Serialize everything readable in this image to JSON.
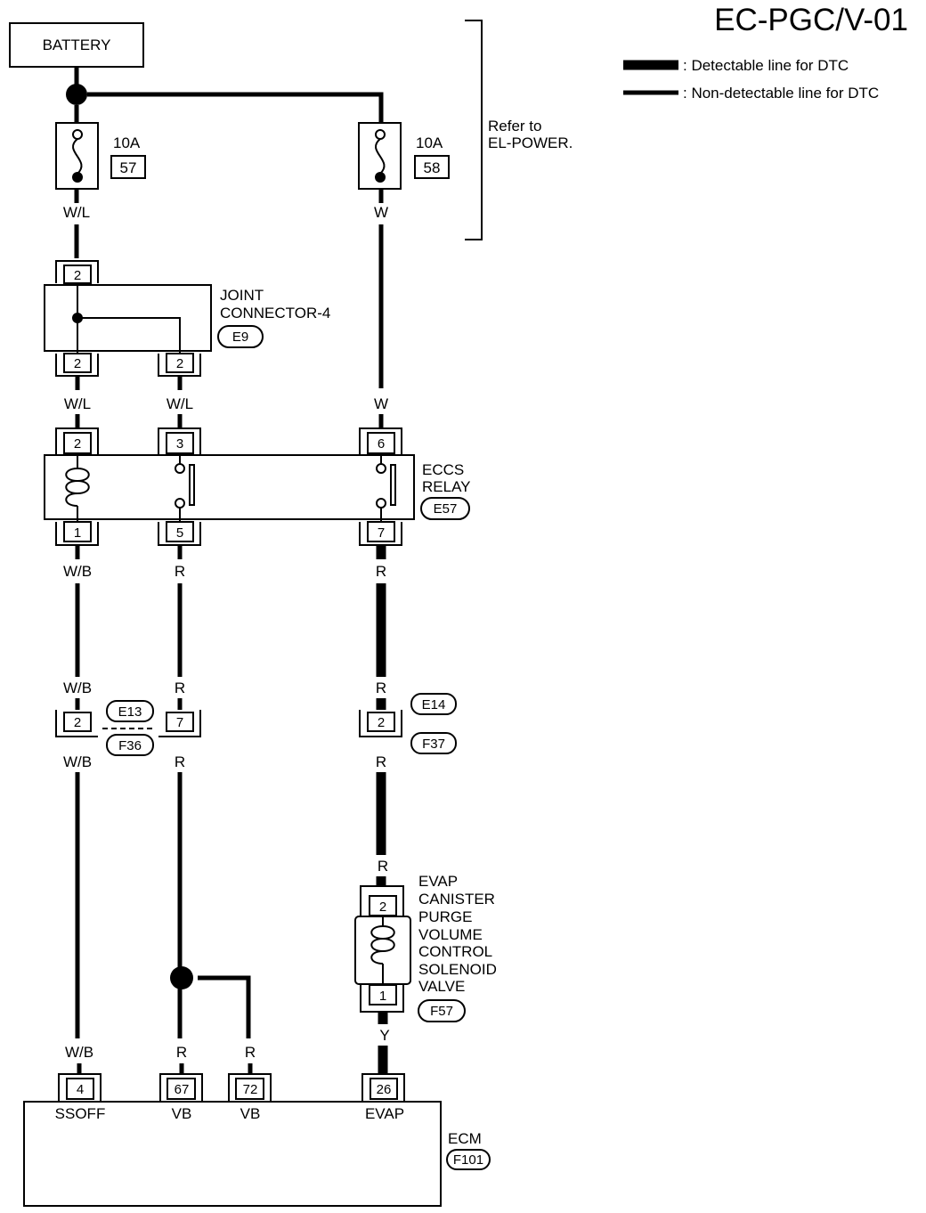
{
  "page_code": "EC-PGC/V-01",
  "legend": {
    "detectable": ": Detectable line for DTC",
    "non_detectable": ": Non-detectable line for DTC"
  },
  "battery_label": "BATTERY",
  "refer_note": [
    "Refer to",
    "EL-POWER."
  ],
  "fuses": [
    {
      "rating": "10A",
      "number": "57",
      "wire_color": "W/L"
    },
    {
      "rating": "10A",
      "number": "58",
      "wire_color": "W"
    }
  ],
  "joint_connector": {
    "name": [
      "JOINT",
      "CONNECTOR-4"
    ],
    "connector_id": "E9",
    "pins": {
      "top": "2",
      "bottom_left": "2",
      "bottom_right": "2"
    }
  },
  "eccs_relay": {
    "name": [
      "ECCS",
      "RELAY"
    ],
    "connector_id": "E57",
    "top_pins": [
      "2",
      "3",
      "6"
    ],
    "bottom_pins": [
      "1",
      "5",
      "7"
    ],
    "top_wire_colors": [
      "W/L",
      "W/L",
      "W"
    ],
    "bottom_wire_colors": [
      "W/B",
      "R",
      "R"
    ]
  },
  "harness_connectors": {
    "left": {
      "upper_id": "E13",
      "lower_id": "F36",
      "pins": [
        "2",
        "7"
      ],
      "upper_colors": [
        "W/B",
        "R"
      ],
      "lower_colors": [
        "W/B",
        "R"
      ]
    },
    "right": {
      "upper_id": "E14",
      "lower_id": "F37",
      "pin": "2",
      "upper_color": "R",
      "lower_color": "R"
    }
  },
  "evap_valve": {
    "name": [
      "EVAP",
      "CANISTER",
      "PURGE",
      "VOLUME",
      "CONTROL",
      "SOLENOID",
      "VALVE"
    ],
    "connector_id": "F57",
    "pins": {
      "top": "2",
      "bottom": "1"
    },
    "top_wire_color": "R",
    "bottom_wire_color": "Y"
  },
  "ecm": {
    "name": "ECM",
    "connector_id": "F101",
    "wire_colors": [
      "W/B",
      "R",
      "R",
      "Y"
    ],
    "pins": [
      "4",
      "67",
      "72",
      "26"
    ],
    "terminals": [
      "SSOFF",
      "VB",
      "VB",
      "EVAP"
    ]
  }
}
